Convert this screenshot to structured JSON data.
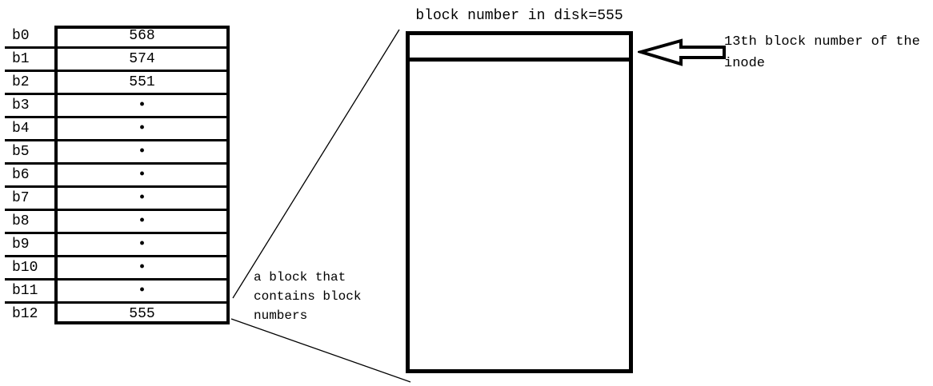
{
  "diagram": {
    "inode_table": {
      "rows": [
        {
          "label": "b0",
          "value": "568"
        },
        {
          "label": "b1",
          "value": "574"
        },
        {
          "label": "b2",
          "value": "551"
        },
        {
          "label": "b3",
          "value": "•"
        },
        {
          "label": "b4",
          "value": "•"
        },
        {
          "label": "b5",
          "value": "•"
        },
        {
          "label": "b6",
          "value": "•"
        },
        {
          "label": "b7",
          "value": "•"
        },
        {
          "label": "b8",
          "value": "•"
        },
        {
          "label": "b9",
          "value": "•"
        },
        {
          "label": "b10",
          "value": "•"
        },
        {
          "label": "b11",
          "value": "•"
        },
        {
          "label": "b12",
          "value": "555"
        }
      ]
    },
    "indirect_block": {
      "title": "block number in disk=555"
    },
    "annotations": {
      "note_line1": "a block that",
      "note_line2": "contains block",
      "note_line3": "numbers",
      "arrow_label_line1": "13th block number of the",
      "arrow_label_line2": "inode"
    },
    "colors": {
      "ink": "#000000",
      "background": "#ffffff"
    }
  }
}
